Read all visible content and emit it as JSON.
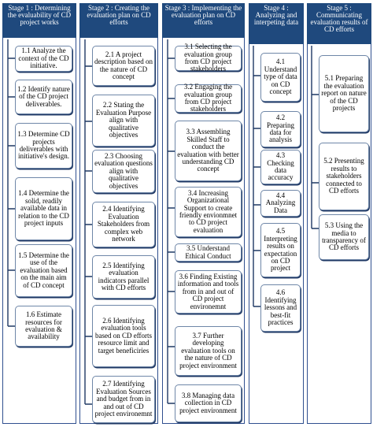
{
  "stages": [
    {
      "header": "Stage 1 : Determining the evaluability of CD project works",
      "steps": [
        "1.1 Analyze the context of the CD initiative.",
        "1.2 Identify nature of the CD project deliverables.",
        "1.3 Determine CD projects deliverables with initiative's design.",
        "1.4 Determine the solid, readily available data in relation to the CD project inputs",
        "1.5 Determine the use of the evaluation based on the main aim of CD concept",
        "1.6 Estimate resources for evaluation & availability"
      ]
    },
    {
      "header": "Stage 2 : Creating the evaluation plan on CD efforts",
      "steps": [
        "2.1 A project description based on the nature of CD concept",
        "2.2 Stating the Evaluation Purpose align with qualitative objectives",
        "2.3 Choosing evaluation questions align with qualitative objectives",
        "2.4 Identifying Evaluation Stakeholders from complex web network",
        "2.5 Identifying evaluation indicators parallel with CD efforts",
        "2.6 Identifying evaluation tools based on CD efforts resource limit and target beneficiries",
        "2.7 Identifying Evaluation Sources and budget from in and out of CD project environemnt"
      ]
    },
    {
      "header": "Stage 3 : Implementing the evaluation plan on CD efforts",
      "steps": [
        "3.1 Selecting the evaluation group from CD project stakeholders",
        "3.2 Engaging the evaluation group from CD project stakeholders",
        "3.3 Assembling Skilled Staff to conduct the evaluation with better understanding CD concept",
        "3.4 Increasing Organizational Support to create friendly envionmnet to CD project evaluation",
        "3.5 Understand Ethical Conduct",
        "3.6 Finding Existing information and tools from in and out of CD project environemnt",
        "3.7 Further developing evaluation tools on the nature of CD project environment",
        "3.8 Managing data collection in CD project environment"
      ]
    },
    {
      "header": "Stage 4 : Analyzing and interpeting data",
      "steps": [
        "4.1 Understand type of data on CD concept",
        "4.2 Preparing data for analysis",
        "4.3 Checking data accuracy",
        "4.4 Analyzing Data",
        "4.5 Interpreting results on expectation on CD project",
        "4.6 Identifying lessons and best-fit practices"
      ]
    },
    {
      "header": "Stage 5 : Communicating evaluation results of CD efforts",
      "steps": [
        "5.1 Preparing the evaluation report on nature of the CD projects",
        "5.2 Presenting results to stakeholders connected to CD efforts",
        "5.3 Using the media to transparency of CD efforts"
      ]
    }
  ],
  "colors": {
    "header_bg": "#1f497d",
    "header_text": "#ffffff",
    "box_border": "#6f87a8",
    "box_shadow": "#1f3864",
    "connector": "#1f3864"
  }
}
